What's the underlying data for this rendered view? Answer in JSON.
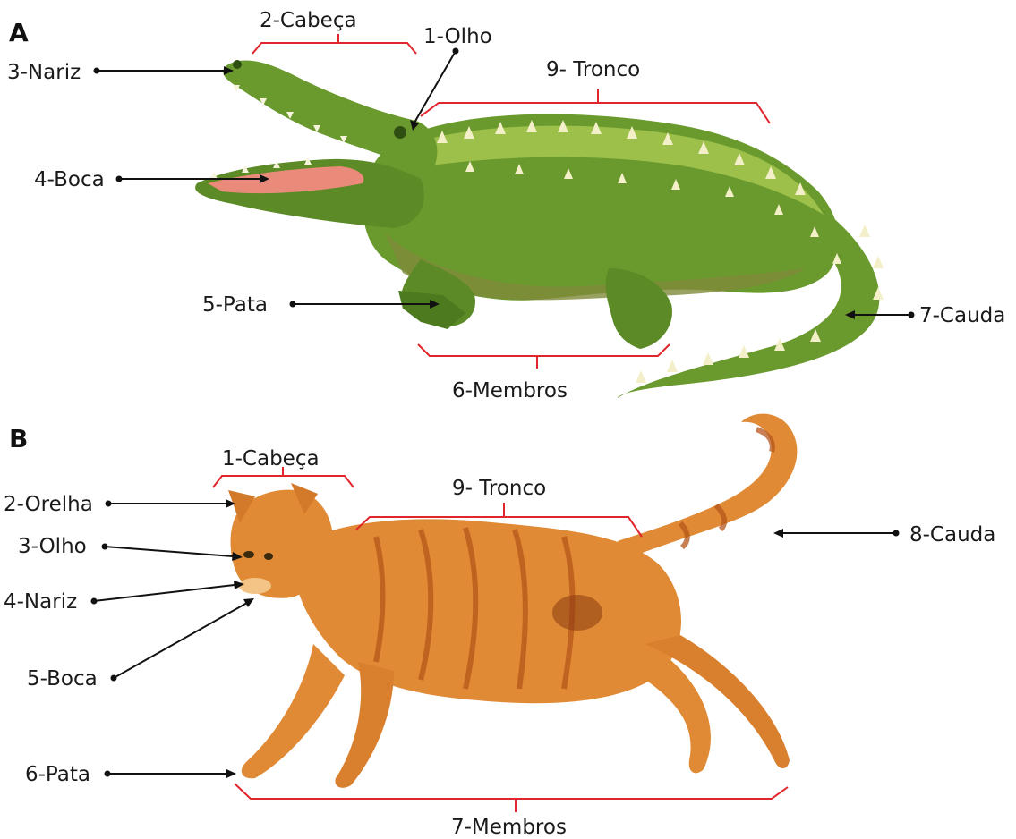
{
  "colors": {
    "bracket": "#e0252b",
    "croc_body": "#6a9a2e",
    "croc_light": "#9cc04a",
    "croc_dark": "#3f6b1c",
    "croc_belly": "#7f8a3a",
    "croc_mouth": "#e98a7a",
    "croc_spike": "#f3efc8",
    "cat_fur": "#e08a35",
    "cat_stripe": "#b5561b",
    "cat_light": "#f3c486"
  },
  "panel_a": {
    "letter": "A",
    "labels": {
      "head": "2-Cabeça",
      "eye": "1-Olho",
      "nose": "3-Nariz",
      "trunk": "9- Tronco",
      "mouth": "4-Boca",
      "paw": "5-Pata",
      "tail": "7-Cauda",
      "limbs": "6-Membros"
    }
  },
  "panel_b": {
    "letter": "B",
    "labels": {
      "head": "1-Cabeça",
      "ear": "2-Orelha",
      "trunk": "9- Tronco",
      "eye": "3-Olho",
      "nose": "4-Nariz",
      "mouth": "5-Boca",
      "tail": "8-Cauda",
      "paw": "6-Pata",
      "limbs": "7-Membros"
    }
  }
}
